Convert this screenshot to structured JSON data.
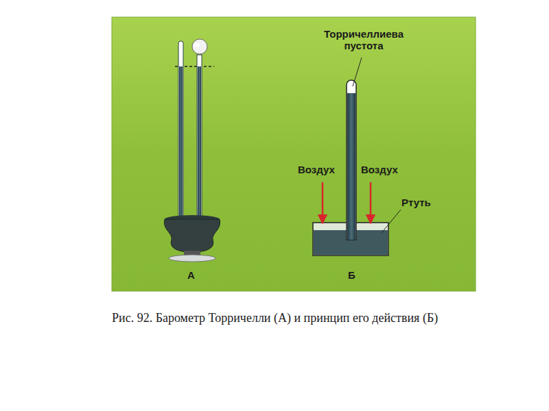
{
  "diagram": {
    "caption": "Рис. 92. Барометр Торричелли (А) и принцип его действия (Б)",
    "labels": [
      "Торричеллиева пустота",
      "Воздух",
      "Воздух",
      "Ртуть",
      "А",
      "Б"
    ]
  }
}
